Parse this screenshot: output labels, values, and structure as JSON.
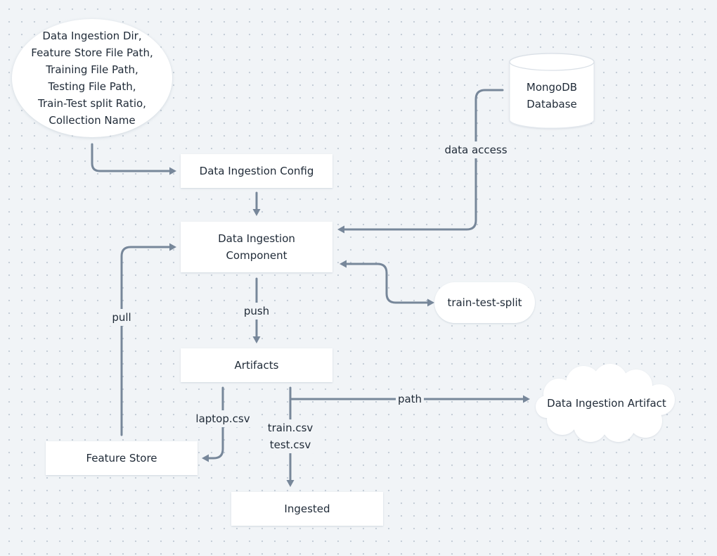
{
  "nodes": {
    "config_params": "Data Ingestion Dir,\nFeature Store File Path,\nTraining File Path,\nTesting File Path,\nTrain-Test split Ratio,\nCollection Name",
    "mongodb": "MongoDB\nDatabase",
    "data_ingestion_config": "Data Ingestion Config",
    "data_ingestion_component": "Data Ingestion\nComponent",
    "train_test_split": "train-test-split",
    "artifacts": "Artifacts",
    "data_ingestion_artifact": "Data Ingestion Artifact",
    "feature_store": "Feature Store",
    "ingested": "Ingested"
  },
  "edge_labels": {
    "data_access": "data access",
    "pull": "pull",
    "push": "push",
    "path": "path",
    "laptop_csv": "laptop.csv",
    "train_test_csv": "train.csv\ntest.csv"
  },
  "colors": {
    "background": "#f1f4f7",
    "node_fill": "#ffffff",
    "edge": "#77879a",
    "text": "#1f2a37"
  }
}
